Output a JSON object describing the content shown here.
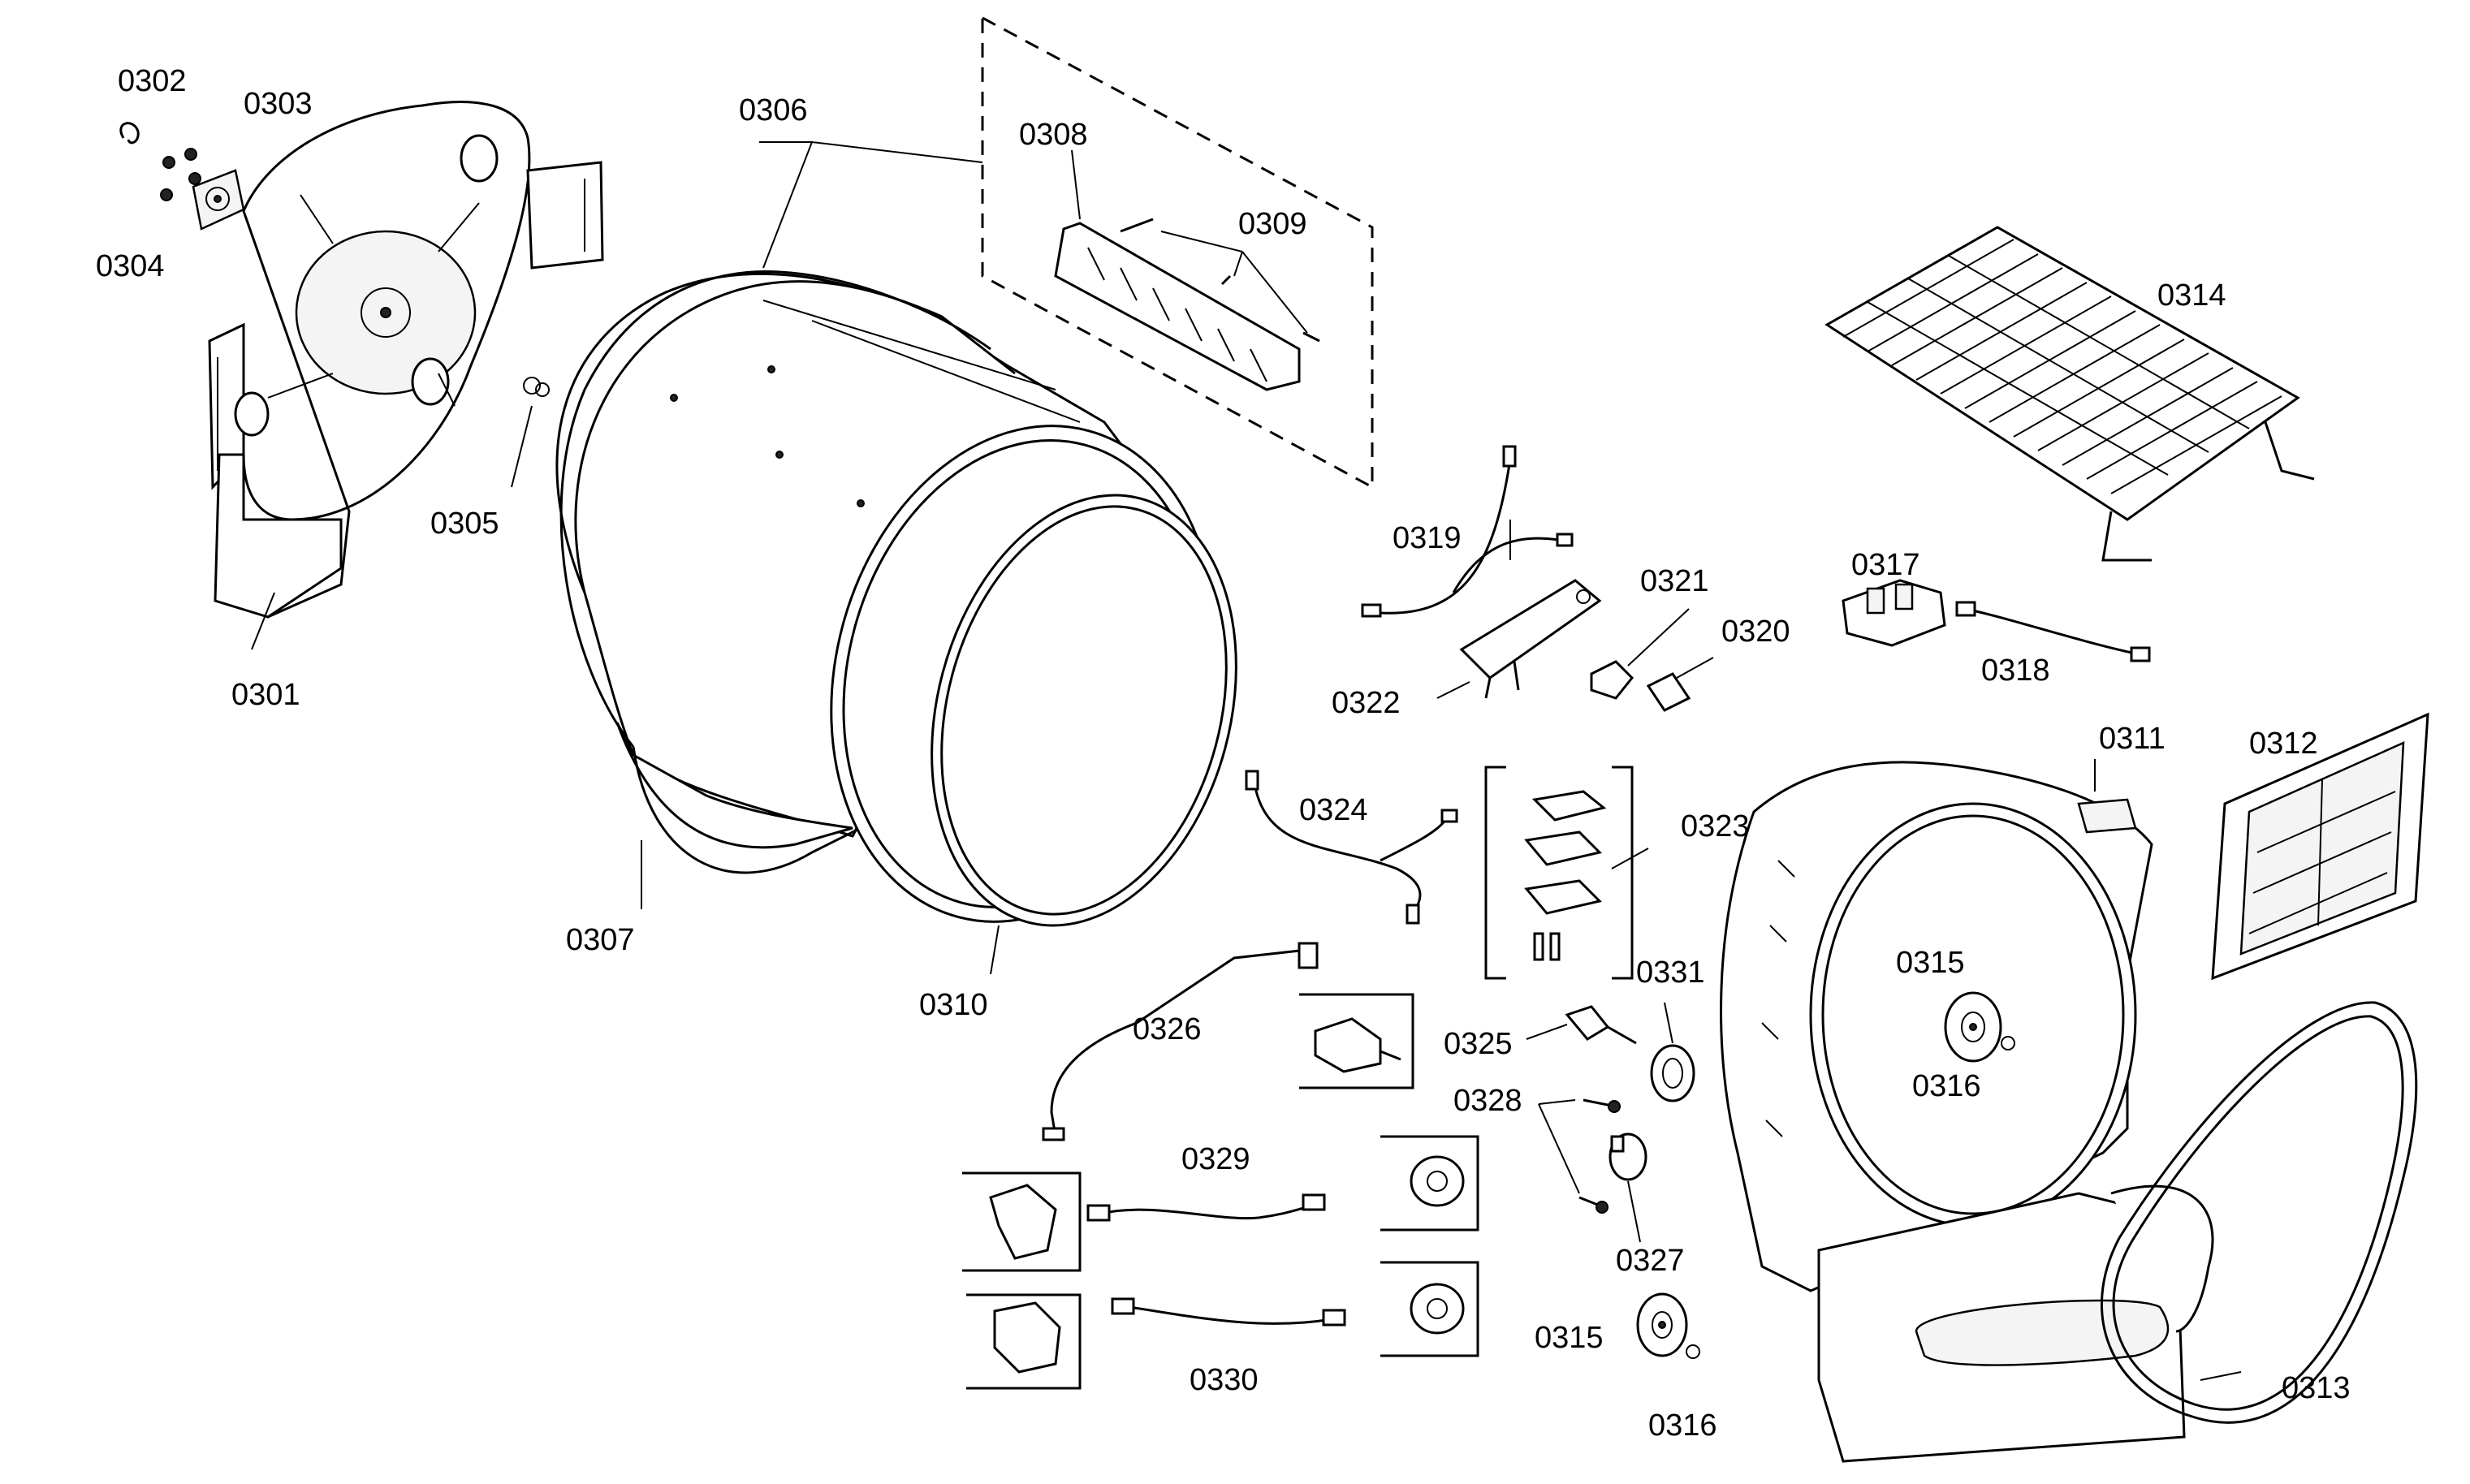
{
  "diagram": {
    "labels": {
      "l0301": "0301",
      "l0302": "0302",
      "l0303": "0303",
      "l0304": "0304",
      "l0305": "0305",
      "l0306": "0306",
      "l0307": "0307",
      "l0308": "0308",
      "l0309": "0309",
      "l0310": "0310",
      "l0311": "0311",
      "l0312": "0312",
      "l0313": "0313",
      "l0314": "0314",
      "l0315a": "0315",
      "l0315b": "0315",
      "l0316a": "0316",
      "l0316b": "0316",
      "l0317": "0317",
      "l0318": "0318",
      "l0319": "0319",
      "l0320": "0320",
      "l0321": "0321",
      "l0322": "0322",
      "l0323": "0323",
      "l0324": "0324",
      "l0325": "0325",
      "l0326": "0326",
      "l0327": "0327",
      "l0328": "0328",
      "l0329": "0329",
      "l0330": "0330",
      "l0331": "0331"
    }
  }
}
